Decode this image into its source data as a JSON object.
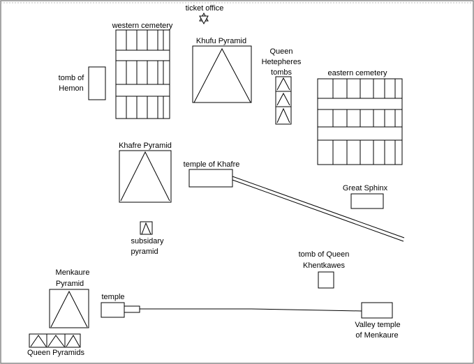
{
  "labels": {
    "ticket_office": "ticket office",
    "western_cemetery": "western cemetery",
    "khufu_pyramid": "Khufu Pyramid",
    "queen_hetepheres_1": "Queen",
    "queen_hetepheres_2": "Hetepheres",
    "queen_hetepheres_3": "tombs",
    "eastern_cemetery": "eastern cemetery",
    "tomb_of_hemon_1": "tomb of",
    "tomb_of_hemon_2": "Hemon",
    "khafre_pyramid": "Khafre Pyramid",
    "temple_of_khafre": "temple of Khafre",
    "great_sphinx": "Great Sphinx",
    "subsidiary_1": "subsidary",
    "subsidiary_2": "pyramid",
    "tomb_khentkawes_1": "tomb of Queen",
    "tomb_khentkawes_2": "Khentkawes",
    "menkaure_1": "Menkaure",
    "menkaure_2": "Pyramid",
    "temple": "temple",
    "valley_temple_1": "Valley temple",
    "valley_temple_2": "of Menkaure",
    "queen_pyramids": "Queen Pyramids"
  },
  "colors": {
    "line": "#000000",
    "fill": "#ffffff",
    "frame_border": "#888888"
  },
  "icons": {
    "ticket_office": "six-pointed-star-icon"
  }
}
